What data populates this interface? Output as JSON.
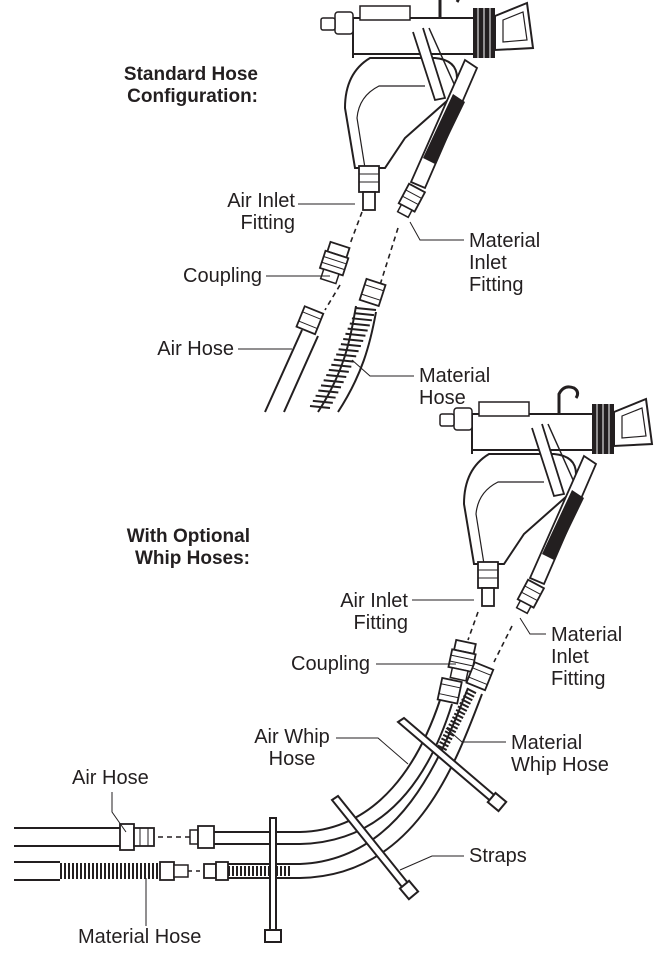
{
  "standard": {
    "title": [
      "Standard Hose",
      "Configuration:"
    ],
    "labels": {
      "air_inlet_fitting": [
        "Air Inlet",
        "Fitting"
      ],
      "coupling": "Coupling",
      "air_hose": "Air Hose",
      "material_inlet_fitting": [
        "Material",
        "Inlet",
        "Fitting"
      ],
      "material_hose": [
        "Material",
        "Hose"
      ]
    }
  },
  "optional": {
    "title": [
      "With Optional",
      "Whip Hoses:"
    ],
    "labels": {
      "air_inlet_fitting": [
        "Air Inlet",
        "Fitting"
      ],
      "coupling": "Coupling",
      "air_whip_hose": [
        "Air Whip",
        "Hose"
      ],
      "material_inlet_fitting": [
        "Material",
        "Inlet",
        "Fitting"
      ],
      "material_whip_hose": [
        "Material",
        "Whip Hose"
      ],
      "air_hose": "Air Hose",
      "straps": "Straps",
      "material_hose": "Material Hose"
    }
  },
  "colors": {
    "ink": "#231f20",
    "fill": "#ffffff"
  }
}
